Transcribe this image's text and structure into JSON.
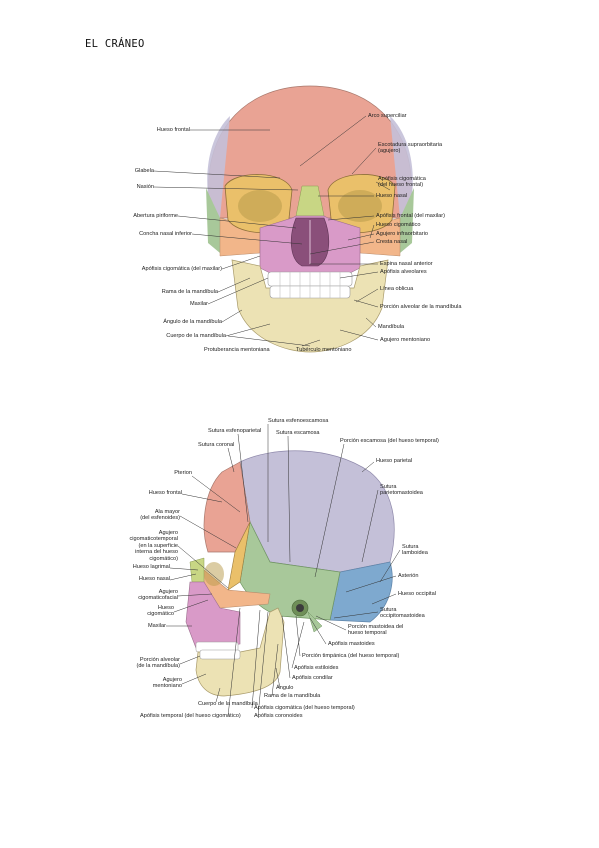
{
  "document": {
    "title": "EL CRÁNEO"
  },
  "colors": {
    "frontal": "#e9a394",
    "parietal": "#c4c0d8",
    "temporal": "#a8c89a",
    "occipital": "#7ea9cf",
    "sphenoid": "#eac06a",
    "zygomatic": "#f2b68a",
    "maxilla": "#d99ac8",
    "mandible": "#ece2b4",
    "nasal": "#c8d684",
    "teeth": "#ffffff"
  },
  "figures": {
    "anterior": {
      "left_labels": [
        "Hueso frontal",
        "Glabela",
        "Nasión",
        "Abertura piriforme",
        "Concha nasal inferior",
        "Apófisis cigomática (del maxilar)",
        "Rama de la mandíbula",
        "Maxilar",
        "Ángulo de la mandíbula",
        "Cuerpo de la mandíbula"
      ],
      "right_labels": [
        "Arco superciliar",
        "Escotadura supraorbitaria\n(agujero)",
        "Apófisis cigomática\n(del hueso frontal)",
        "Hueso nasal",
        "Apófisis frontal (del maxilar)",
        "Hueso cigomático",
        "Agujero infraorbitario",
        "Cresta nasal",
        "Espina nasal anterior",
        "Apófisis alveolares",
        "Línea oblicua",
        "Porción alveolar de la mandíbula",
        "Mandíbula",
        "Agujero mentoniano"
      ],
      "bottom_labels": [
        "Protuberancia mentoniana",
        "Tubérculo mentoniano"
      ]
    },
    "lateral": {
      "top_labels": [
        "Sutura esfenoescamosa",
        "Sutura esfenoparietal",
        "Sutura escamosa",
        "Sutura coronal",
        "Porción escamosa (del hueso temporal)"
      ],
      "left_labels": [
        "Pterion",
        "Hueso frontal",
        "Ala mayor\n(del esfenoides)",
        "Agujero\ncigomaticotemporal\n(en la superficie\ninterna del hueso\ncigomático)",
        "Hueso lagrimal",
        "Hueso nasal",
        "Agujero\ncigomaticofacial",
        "Hueso\ncigomático",
        "Maxilar",
        "Porción alveolar\n(de la mandíbula)",
        "Agujero\nmentoniano"
      ],
      "right_labels": [
        "Hueso parietal",
        "Sutura\nparietomastoidea",
        "Sutura\nlamboidea",
        "Asterión",
        "Hueso occipital",
        "Sutura\noccipitomastoidea",
        "Porción mastoidea del\nhueso temporal",
        "Apófisis mastoides",
        "Porción timpánica (del hueso temporal)",
        "Apófisis estiloides",
        "Apófisis condilar"
      ],
      "bottom_labels": [
        "Ángulo",
        "Rama de la mandíbula",
        "Cuerpo de la mandíbula",
        "Apófisis cigomática (del hueso temporal)",
        "Apófisis temporal (del hueso cigomático)",
        "Apófisis coronoides"
      ]
    }
  }
}
